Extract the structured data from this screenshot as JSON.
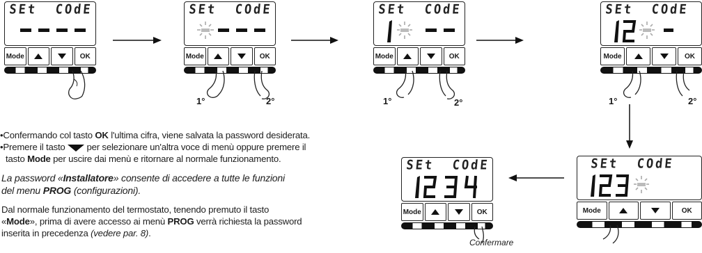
{
  "panels": {
    "title": "SEt  COdE",
    "btn_mode": "Mode",
    "btn_ok": "OK",
    "p2_left": "1°",
    "p2_right": "2°",
    "p3_left": "1°",
    "p3_right": "2°",
    "p4_left": "1°",
    "p4_right": "2°",
    "p6_caption": "Confermare"
  },
  "text": {
    "b1_pre": "Confermando col tasto ",
    "b1_key": "OK",
    "b1_post": " l'ultima cifra, viene salvata la password desiderata.",
    "b2_pre": "Premere il tasto ",
    "b2_mid": " per selezionare un'altra voce di menù oppure premere il",
    "b2_line2_pre": "tasto ",
    "b2_key": "Mode",
    "b2_post": " per uscire dai menù e ritornare al normale funzionamento.",
    "p1_a": "La password «",
    "p1_key": "Installatore",
    "p1_b": "» consente di accedere a tutte le funzioni",
    "p1_c": "del menu ",
    "p1_key2": "PROG",
    "p1_d": " (configurazioni).",
    "p2_a": "Dal normale funzionamento del termostato, tenendo premuto il tasto",
    "p2_b1": "«",
    "p2_key": "Mode",
    "p2_b2": "», prima di avere accesso ai menù ",
    "p2_key2": "PROG",
    "p2_b3": " verrà richiesta la password",
    "p2_c": "inserita in precedenza ",
    "p2_ref": "(vedere par. 8)",
    "p2_end": "."
  }
}
